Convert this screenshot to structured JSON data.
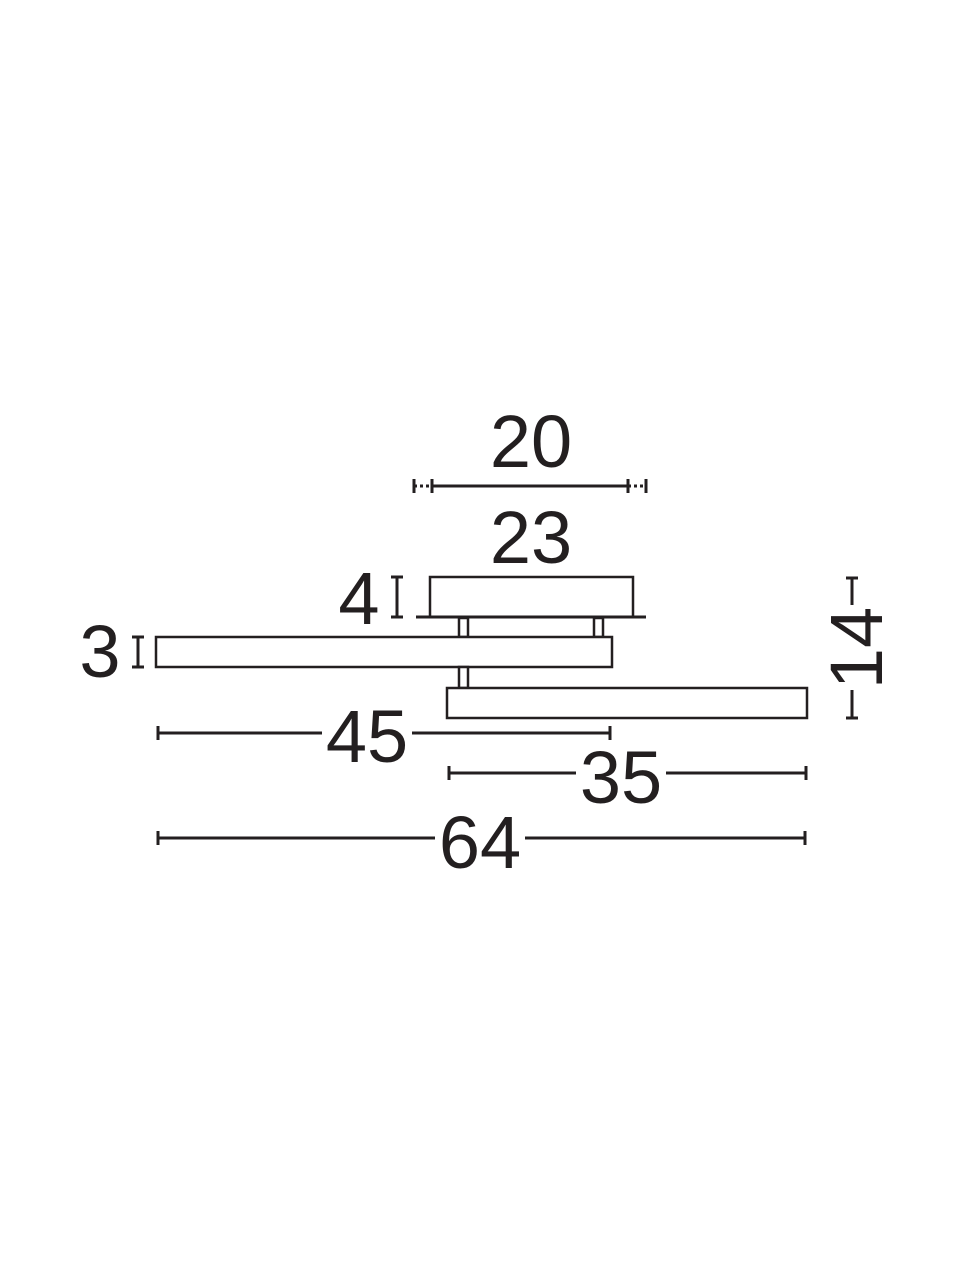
{
  "dimensions": {
    "canopy_inner_width": "20",
    "canopy_outer_width": "23",
    "canopy_height": "4",
    "upper_bar_thickness": "3",
    "upper_bar_length": "45",
    "lower_bar_length": "35",
    "overall_length": "64",
    "overall_height": "14"
  },
  "colors": {
    "line": "#231f20",
    "background": "#ffffff"
  }
}
